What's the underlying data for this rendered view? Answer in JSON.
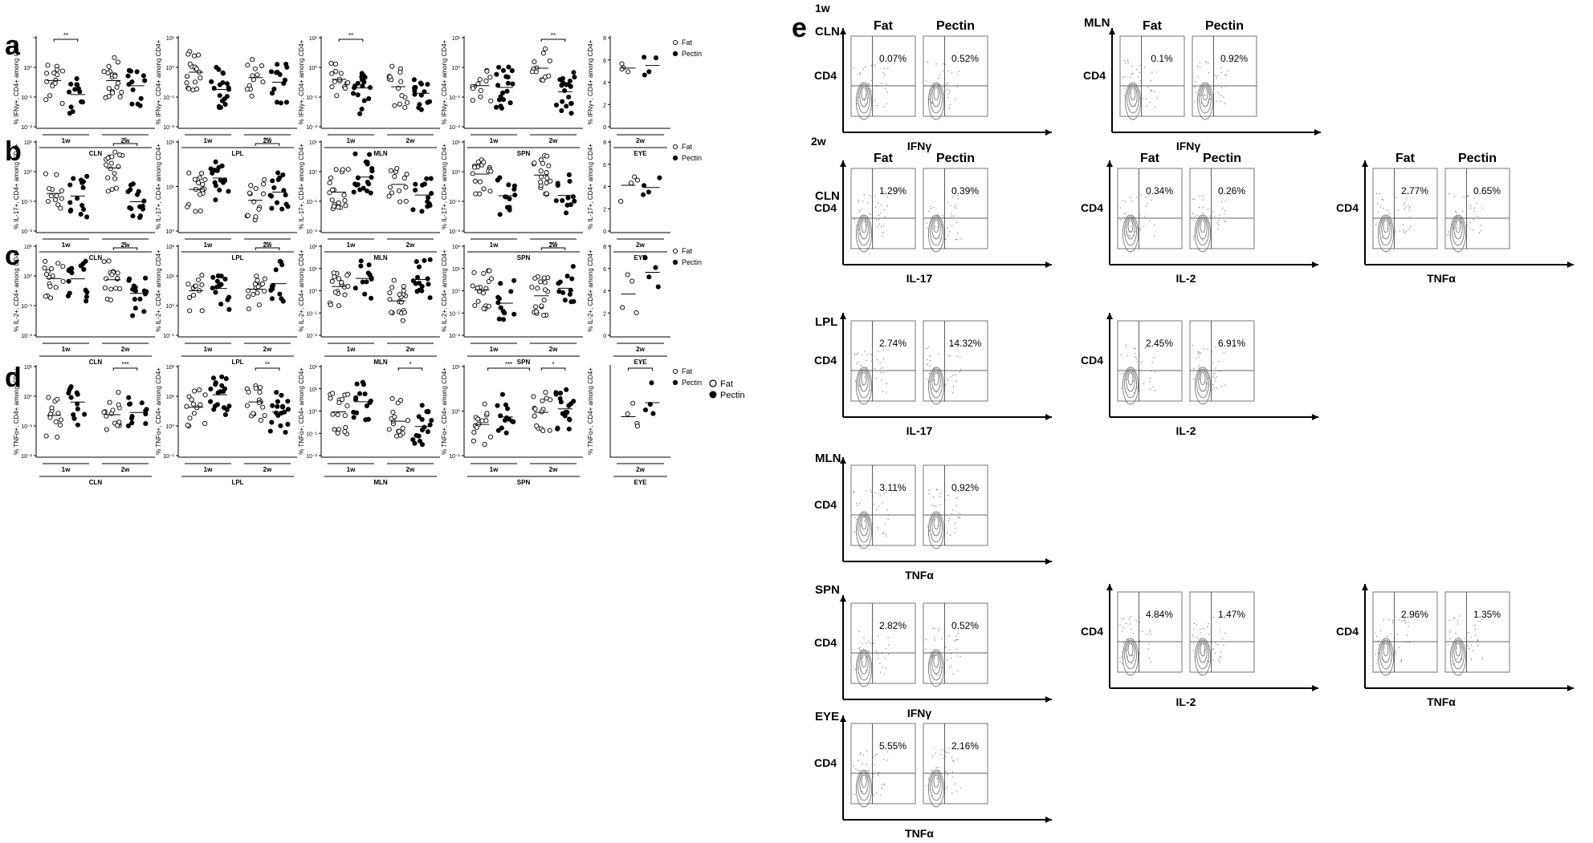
{
  "panel_letters": {
    "a": "a",
    "b": "b",
    "c": "c",
    "d": "d",
    "e": "e"
  },
  "legend": {
    "fat": "Fat",
    "pectin": "Pectin"
  },
  "left_rows": [
    {
      "panels": [
        {
          "ylabel": "% IFNγ+, CD4+ among CD4+",
          "ticks": [
            "",
            "10⁰",
            "10⁻¹",
            "10⁻²"
          ],
          "groups": [
            "1w",
            "2w"
          ],
          "tissue": "CLN",
          "sig": [
            {
              "g": 0,
              "text": "**"
            }
          ]
        },
        {
          "ylabel": "% IFNγ+, CD4+ among CD4+",
          "ticks": [
            "10¹",
            "10⁰",
            "10⁻¹",
            "10⁻²"
          ],
          "groups": [
            "1w",
            "2w"
          ],
          "tissue": "LPL",
          "sig": []
        },
        {
          "ylabel": "% IFNγ+, CD4+ among CD4+",
          "ticks": [
            "10¹",
            "10⁰",
            "10⁻¹",
            "10⁻²"
          ],
          "groups": [
            "1w",
            "2w"
          ],
          "tissue": "MLN",
          "sig": [
            {
              "g": 0,
              "text": "**"
            }
          ]
        },
        {
          "ylabel": "% IFNγ+, CD4+ among CD4+",
          "ticks": [
            "10¹",
            "10⁰",
            "10⁻¹",
            "10⁻²"
          ],
          "groups": [
            "1w",
            "2w"
          ],
          "tissue": "SPN",
          "sig": [
            {
              "g": 1,
              "text": "**"
            }
          ]
        },
        {
          "ylabel": "% IFNγ+, CD4+ among CD4+",
          "ticks": [
            "8",
            "6",
            "4",
            "2",
            "0"
          ],
          "groups": [
            "2w"
          ],
          "tissue": "EYE",
          "sig": []
        }
      ]
    },
    {
      "panels": [
        {
          "ylabel": "% IL-17+, CD4+ among CD4+",
          "ticks": [
            "10¹",
            "10⁰",
            "10⁻¹",
            "10⁻²"
          ],
          "groups": [
            "1w",
            "2w"
          ],
          "tissue": "CLN",
          "sig": [
            {
              "g": 1,
              "text": "*"
            }
          ]
        },
        {
          "ylabel": "% IL-17+, CD4+ among CD4+",
          "ticks": [
            "10²",
            "10¹",
            "10⁰"
          ],
          "groups": [
            "1w",
            "2w"
          ],
          "tissue": "LPL",
          "sig": [
            {
              "g": 1,
              "text": "***"
            }
          ]
        },
        {
          "ylabel": "% IL-17+, CD4+ among CD4+",
          "ticks": [
            "10¹",
            "10⁰",
            "10⁻¹",
            "10⁻²"
          ],
          "groups": [
            "1w",
            "2w"
          ],
          "tissue": "MLN",
          "sig": []
        },
        {
          "ylabel": "% IL-17+, CD4+ among CD4+",
          "ticks": [
            "10¹",
            "10⁰",
            "10⁻¹",
            "10⁻²"
          ],
          "groups": [
            "1w",
            "2w"
          ],
          "tissue": "SPN",
          "sig": []
        },
        {
          "ylabel": "% IL-17+, CD4+ among CD4+",
          "ticks": [
            "8",
            "6",
            "4",
            "2",
            "0"
          ],
          "groups": [
            "2w"
          ],
          "tissue": "EYE",
          "sig": []
        }
      ]
    },
    {
      "panels": [
        {
          "ylabel": "% IL-2+, CD4+ among CD4+",
          "ticks": [
            "10¹",
            "10⁰",
            "10⁻¹",
            "10⁻²"
          ],
          "groups": [
            "1w",
            "2w"
          ],
          "tissue": "CLN",
          "sig": [
            {
              "g": 1,
              "text": "*"
            }
          ]
        },
        {
          "ylabel": "% IL-2+, CD4+ among CD4+",
          "ticks": [
            "10²",
            "10¹",
            "10⁰",
            "10⁻¹"
          ],
          "groups": [
            "1w",
            "2w"
          ],
          "tissue": "LPL",
          "sig": [
            {
              "g": 1,
              "text": "***"
            }
          ]
        },
        {
          "ylabel": "% IL-2+, CD4+ among CD4+",
          "ticks": [
            "10²",
            "10¹",
            "10⁰",
            "10⁻¹",
            "10⁻²"
          ],
          "groups": [
            "1w",
            "2w"
          ],
          "tissue": "MLN",
          "sig": []
        },
        {
          "ylabel": "% IL-2+, CD4+ among CD4+",
          "ticks": [
            "10²",
            "10¹",
            "10⁰",
            "10⁻¹",
            "10⁻²"
          ],
          "groups": [
            "1w",
            "2w"
          ],
          "tissue": "SPN",
          "sig": [
            {
              "g": 1,
              "text": "***"
            }
          ]
        },
        {
          "ylabel": "% IL-2+, CD4+ among CD4+",
          "ticks": [
            "8",
            "6",
            "4",
            "2",
            "0"
          ],
          "groups": [
            "2w"
          ],
          "tissue": "EYE",
          "sig": []
        }
      ]
    },
    {
      "panels": [
        {
          "ylabel": "% TNFα+, CD4+ among CD4+",
          "ticks": [
            "10¹",
            "10⁰",
            "10⁻¹",
            "10⁻²"
          ],
          "groups": [
            "1w",
            "2w"
          ],
          "tissue": "CLN",
          "sig": [
            {
              "g": 1,
              "text": "***"
            }
          ]
        },
        {
          "ylabel": "% TNFα+, CD4+ among CD4+",
          "ticks": [
            "10²",
            "10¹",
            "10⁰",
            "10⁻¹"
          ],
          "groups": [
            "1w",
            "2w"
          ],
          "tissue": "LPL",
          "sig": [
            {
              "g": 1,
              "text": "**"
            }
          ]
        },
        {
          "ylabel": "% TNFα+, CD4+ among CD4+",
          "ticks": [
            "10²",
            "10¹",
            "10⁰",
            "10⁻¹",
            "10⁻²"
          ],
          "groups": [
            "1w",
            "2w"
          ],
          "tissue": "MLN",
          "sig": [
            {
              "g": 1,
              "text": "*"
            }
          ]
        },
        {
          "ylabel": "% TNFα+, CD4+ among CD4+",
          "ticks": [
            "10¹",
            "10⁰",
            "10⁻¹"
          ],
          "groups": [
            "1w",
            "2w"
          ],
          "tissue": "SPN",
          "sig": [
            {
              "g": 1,
              "text": "*"
            },
            {
              "g": 2,
              "text": "***"
            }
          ]
        },
        {
          "ylabel": "% TNFα+, CD4+ among CD4+",
          "ticks": [],
          "groups": [
            "2w"
          ],
          "tissue": "EYE",
          "sig": [
            {
              "g": 0,
              "text": "*"
            }
          ]
        }
      ]
    }
  ],
  "flow": {
    "section_1w": "1w",
    "section_2w": "2w",
    "cd4": "CD4",
    "fat": "Fat",
    "pectin": "Pectin",
    "blocks": [
      {
        "tissue": "CLN",
        "header": true,
        "xlabel": "IFNγ",
        "fat": "0.07%",
        "pectin": "0.52%"
      },
      {
        "tissue": "MLN",
        "header": true,
        "xlabel": "IFNγ",
        "fat": "0.1%",
        "pectin": "0.92%"
      },
      {
        "tissue": "CLN",
        "header": true,
        "xlabel": "IL-17",
        "fat": "1.29%",
        "pectin": "0.39%"
      },
      {
        "tissue": "",
        "header": true,
        "xlabel": "IL-2",
        "fat": "0.34%",
        "pectin": "0.26%"
      },
      {
        "tissue": "",
        "header": true,
        "xlabel": "TNFα",
        "fat": "2.77%",
        "pectin": "0.65%"
      },
      {
        "tissue": "LPL",
        "header": false,
        "xlabel": "IL-17",
        "fat": "2.74%",
        "pectin": "14.32%"
      },
      {
        "tissue": "",
        "header": false,
        "xlabel": "IL-2",
        "fat": "2.45%",
        "pectin": "6.91%"
      },
      {
        "tissue": "MLN",
        "header": false,
        "xlabel": "TNFα",
        "fat": "3.11%",
        "pectin": "0.92%"
      },
      {
        "tissue": "SPN",
        "header": false,
        "xlabel": "IFNγ",
        "fat": "2.82%",
        "pectin": "0.52%"
      },
      {
        "tissue": "",
        "header": false,
        "xlabel": "IL-2",
        "fat": "4.84%",
        "pectin": "1.47%"
      },
      {
        "tissue": "",
        "header": false,
        "xlabel": "TNFα",
        "fat": "2.96%",
        "pectin": "1.35%"
      },
      {
        "tissue": "EYE",
        "header": false,
        "xlabel": "TNFα",
        "fat": "5.55%",
        "pectin": "2.16%"
      }
    ]
  }
}
